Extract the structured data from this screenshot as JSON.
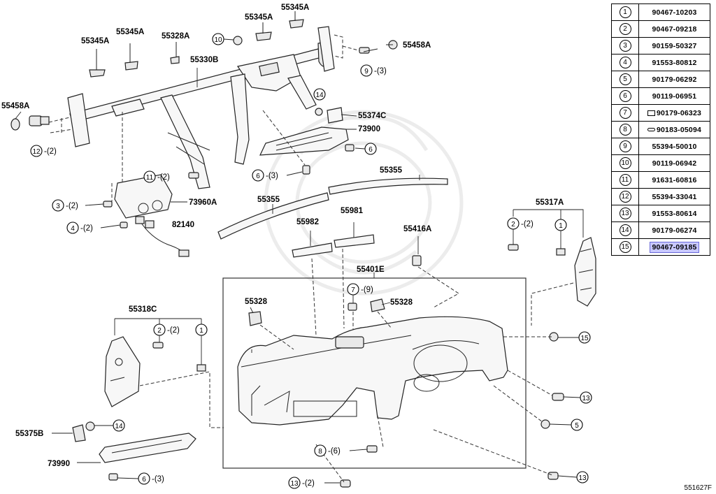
{
  "parts_table": [
    {
      "no": "1",
      "part": "90467-10203"
    },
    {
      "no": "2",
      "part": "90467-09218"
    },
    {
      "no": "3",
      "part": "90159-50327"
    },
    {
      "no": "4",
      "part": "91553-80812"
    },
    {
      "no": "5",
      "part": "90179-06292"
    },
    {
      "no": "6",
      "part": "90119-06951"
    },
    {
      "no": "7",
      "part": "90179-06323"
    },
    {
      "no": "8",
      "part": "90183-05094"
    },
    {
      "no": "9",
      "part": "55394-50010"
    },
    {
      "no": "10",
      "part": "90119-06942"
    },
    {
      "no": "11",
      "part": "91631-60816"
    },
    {
      "no": "12",
      "part": "55394-33041"
    },
    {
      "no": "13",
      "part": "91553-80614"
    },
    {
      "no": "14",
      "part": "90179-06274"
    },
    {
      "no": "15",
      "part": "90467-09185",
      "highlighted": true
    }
  ],
  "labels": {
    "p55345a_1": "55345A",
    "p55345a_2": "55345A",
    "p55345a_3": "55345A",
    "p55345a_4": "55345A",
    "p55328a": "55328A",
    "p55330b": "55330B",
    "p55458a_r": "55458A",
    "p55458a_l": "55458A",
    "p55374c": "55374C",
    "p73900": "73900",
    "p73960a": "73960A",
    "p82140": "82140",
    "p55355_l": "55355",
    "p55355_r": "55355",
    "p55982": "55982",
    "p55981": "55981",
    "p55416a": "55416A",
    "p55317a": "55317A",
    "p55401e": "55401E",
    "p55328_l": "55328",
    "p55328_r": "55328",
    "p55318c": "55318C",
    "p55375b": "55375B",
    "p73990": "73990",
    "ref": "551627F"
  },
  "callouts": {
    "c10": {
      "no": "10",
      "qty": ""
    },
    "c9": {
      "no": "9",
      "qty": "-(3)"
    },
    "c12": {
      "no": "12",
      "qty": "-(2)"
    },
    "c14a": {
      "no": "14",
      "qty": ""
    },
    "c6a": {
      "no": "6",
      "qty": ""
    },
    "c6b": {
      "no": "6",
      "qty": "-(3)"
    },
    "c11": {
      "no": "11",
      "qty": "-(2)"
    },
    "c3": {
      "no": "3",
      "qty": "-(2)"
    },
    "c4": {
      "no": "4",
      "qty": "-(2)"
    },
    "c2a": {
      "no": "2",
      "qty": "-(2)"
    },
    "c1a": {
      "no": "1",
      "qty": ""
    },
    "c7": {
      "no": "7",
      "qty": "-(9)"
    },
    "c2b": {
      "no": "2",
      "qty": "-(2)"
    },
    "c1b": {
      "no": "1",
      "qty": ""
    },
    "c15": {
      "no": "15",
      "qty": ""
    },
    "c13a": {
      "no": "13",
      "qty": ""
    },
    "c5": {
      "no": "5",
      "qty": ""
    },
    "c14b": {
      "no": "14",
      "qty": ""
    },
    "c8": {
      "no": "8",
      "qty": "-(6)"
    },
    "c6c": {
      "no": "6",
      "qty": "-(3)"
    },
    "c13b": {
      "no": "13",
      "qty": "-(2)"
    },
    "c13c": {
      "no": "13",
      "qty": ""
    }
  },
  "icons": {
    "legend_7": "clip-icon",
    "legend_8": "flat-clip-icon"
  }
}
